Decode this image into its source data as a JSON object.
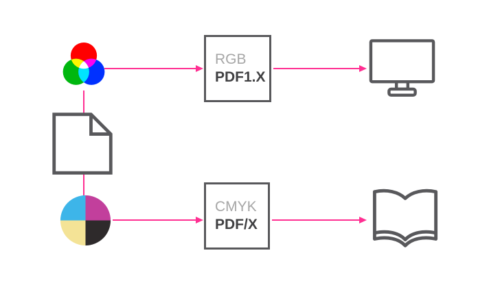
{
  "colors": {
    "accent": "#ff2f92",
    "outline": "#58585b",
    "rgb_red": "#ff0000",
    "rgb_green": "#00b70f",
    "rgb_blue": "#0031ff",
    "mix_yellow": "#fff600",
    "mix_magenta": "#ff00f0",
    "mix_cyan": "#00e4ff",
    "mix_white": "#ffffff",
    "cmyk_cyan": "#3db5e9",
    "cmyk_magenta": "#c23f9c",
    "cmyk_yellow": "#f4e396",
    "cmyk_black": "#2e2a2b",
    "box_label_muted": "#a6a6a6",
    "box_label_strong": "#404042"
  },
  "boxes": {
    "rgb": {
      "line1": "RGB",
      "line2": "PDF1.X"
    },
    "cmyk": {
      "line1": "CMYK",
      "line2": "PDF/X"
    }
  },
  "icons": {
    "left_top": "rgb-venn-icon",
    "left_middle": "document-icon",
    "left_bottom": "cmyk-wheel-icon",
    "right_top": "monitor-icon",
    "right_bottom": "book-icon"
  }
}
